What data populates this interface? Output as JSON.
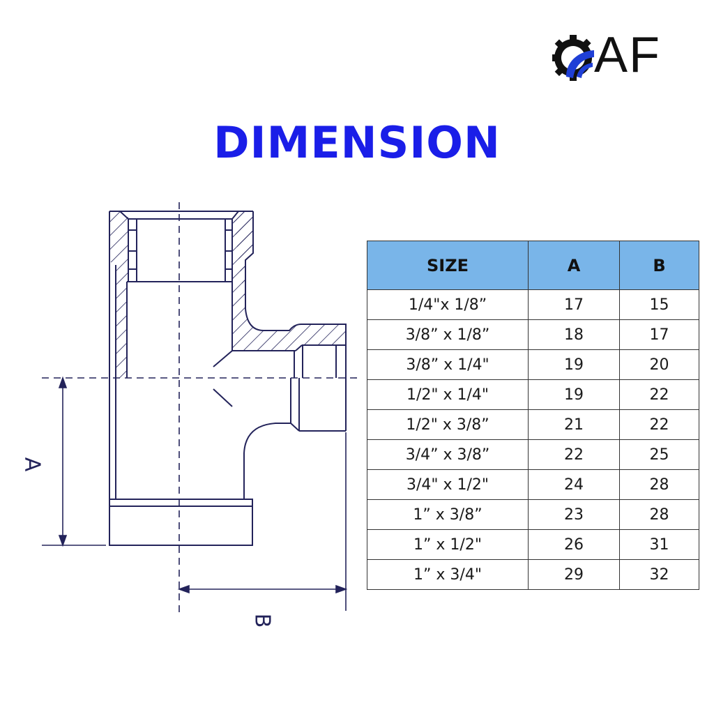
{
  "logo": {
    "text": "AF",
    "brand_blue": "#1f3fd6"
  },
  "title": "DIMENSION",
  "drawing": {
    "label_a": "A",
    "label_b": "B",
    "line_color": "#23235a"
  },
  "table": {
    "headers": [
      "SIZE",
      "A",
      "B"
    ],
    "header_color": "#79b5e9",
    "rows": [
      [
        "1/4\"x 1/8”",
        "17",
        "15"
      ],
      [
        "3/8” x 1/8”",
        "18",
        "17"
      ],
      [
        "3/8” x 1/4\"",
        "19",
        "20"
      ],
      [
        "1/2\" x 1/4\"",
        "19",
        "22"
      ],
      [
        "1/2\" x 3/8”",
        "21",
        "22"
      ],
      [
        "3/4” x 3/8”",
        "22",
        "25"
      ],
      [
        "3/4\" x 1/2\"",
        "24",
        "28"
      ],
      [
        "1” x 3/8”",
        "23",
        "28"
      ],
      [
        "1” x 1/2\"",
        "26",
        "31"
      ],
      [
        "1” x 3/4\"",
        "29",
        "32"
      ]
    ]
  }
}
